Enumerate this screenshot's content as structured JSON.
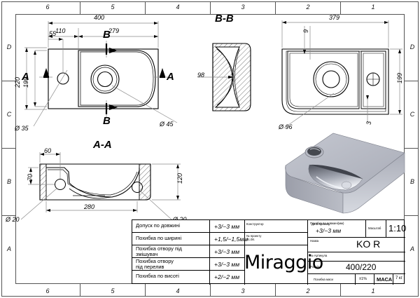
{
  "sheet": {
    "zone_columns_top": [
      "6",
      "5",
      "4",
      "3",
      "2",
      "1"
    ],
    "zone_columns_bottom": [
      "6",
      "5",
      "4",
      "3",
      "2",
      "1"
    ],
    "zone_rows_left": [
      "D",
      "C",
      "B",
      "A"
    ],
    "zone_rows_right": [
      "D",
      "C",
      "B",
      "A"
    ]
  },
  "views": {
    "top_view": {
      "dims": {
        "overall_width": "400",
        "to_bowl": "110",
        "bowl_width": "279",
        "tap_offset": "55",
        "overall_depth": "220",
        "inner_depth": "199"
      },
      "section_marks": {
        "a_left": "A",
        "a_right": "A",
        "b_top": "B",
        "b_bottom": "B"
      },
      "leaders": {
        "tap_hole": "Ø 35",
        "drain_hole": "Ø 45"
      }
    },
    "section_bb": {
      "title": "B-B",
      "dims": {
        "width": "98"
      }
    },
    "section_aa": {
      "title": "A-A",
      "dims": {
        "tap_offset": "60",
        "tap_height": "70",
        "bowl_span": "280",
        "height": "120"
      },
      "leaders": {
        "left": "Ø 20",
        "right": "Ø 20"
      }
    },
    "bottom_view": {
      "dims": {
        "length": "379",
        "wall_top": "9",
        "depth": "199",
        "wall_bottom": "3"
      },
      "leaders": {
        "drain": "Ø 96"
      }
    }
  },
  "title_block": {
    "tolerances": [
      {
        "label": "Допуск по довжині",
        "value": "+3/−3 мм"
      },
      {
        "label": "Похибка по ширині",
        "value": "+1,5/−1,5мм"
      },
      {
        "label": "Похибка отвору під\nзмішувач",
        "value": "+3/−3 мм"
      },
      {
        "label": "Похибка отвору\nпід перелив",
        "value": "+3/−3 мм"
      },
      {
        "label": "Похибка по висоті",
        "value": "+2/−2 мм"
      }
    ],
    "designer_label": "Конструктор",
    "designer_value": "",
    "project_label": "№ проекту\n01.08.",
    "date_label": "Дата проекту",
    "date_value": "",
    "brand": "Miraggio",
    "length_tolerance_label": "Похибка по довжині(мм)",
    "length_tolerance_value": "+3/−3 мм",
    "scale_label": "Масштаб",
    "scale_value": "1:10",
    "name_label": "Назва",
    "name_value": "KO R",
    "article_label": "№ Артикула",
    "article_value": "",
    "size_label": "Розмір",
    "size_value": "400/220",
    "mass_tolerance_label": "Похибка маси",
    "mass_tolerance_value": "±1%",
    "mass_label": "МАСА",
    "mass_value": "7 кг"
  },
  "colors": {
    "frame": "#555555",
    "line": "#000000",
    "thin_line": "#999999",
    "render_top": "#b9bcc6",
    "render_side": "#8e909c",
    "render_dark": "#4a4d57",
    "render_bowl": "#cfd2da"
  }
}
